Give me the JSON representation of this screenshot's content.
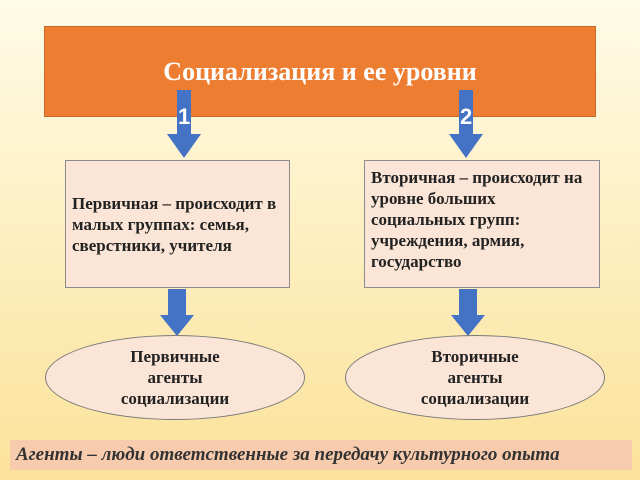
{
  "title": "Социализация и ее уровни",
  "levels": [
    {
      "number": "1",
      "description": "Первичная – происходит в малых группах: семья, сверстники, учителя",
      "agents": "Первичные агенты социализации"
    },
    {
      "number": "2",
      "description": "Вторичная – происходит на уровне больших  социальных групп: учреждения, армия, государство",
      "agents": "Вторичные агенты социализации"
    }
  ],
  "footer": "Агенты – люди ответственные за передачу культурного опыта",
  "colors": {
    "title": "#ed7d31",
    "arrow": "#4472c4",
    "box": "#fbe5d6",
    "banner": "#f8cbad"
  }
}
